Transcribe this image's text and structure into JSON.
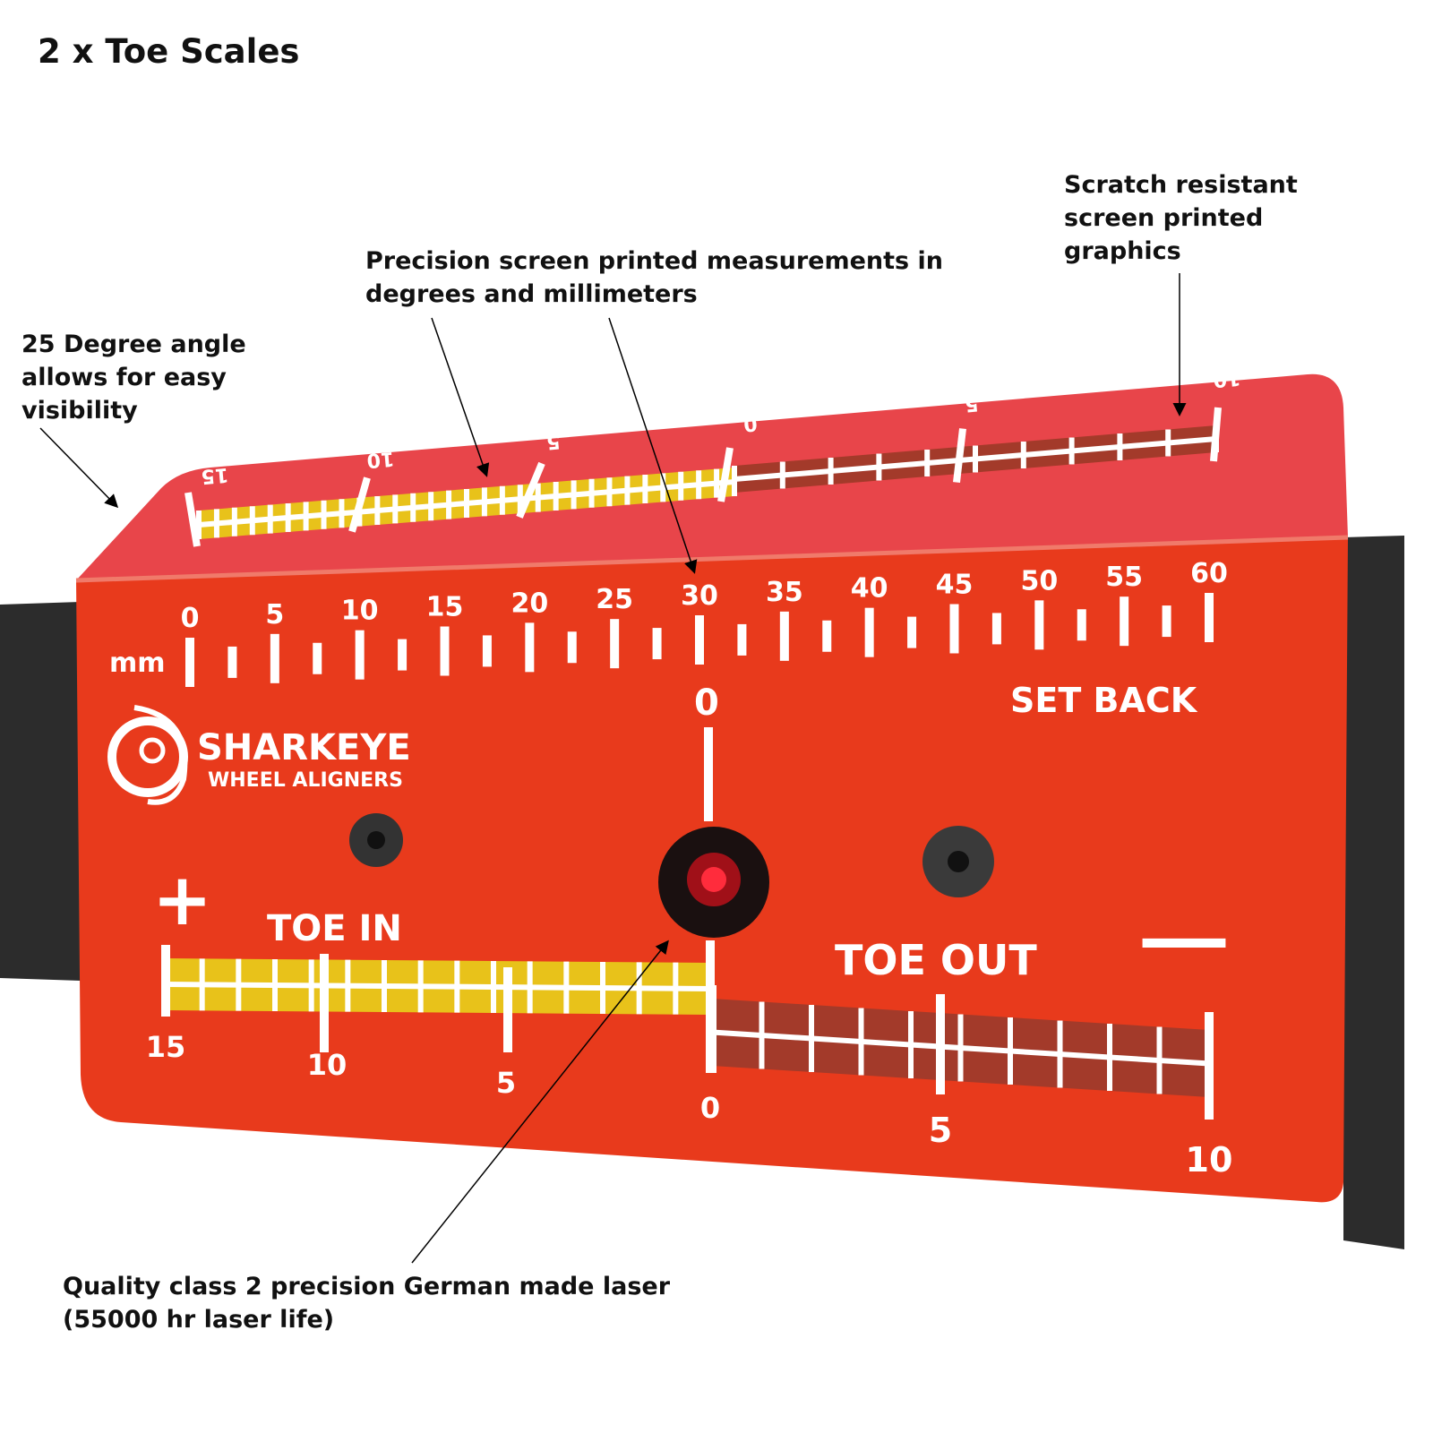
{
  "title": "2 x Toe Scales",
  "callouts": {
    "angle": "25 Degree angle\nallows for easy\nvisibility",
    "precision": "Precision screen printed measurements in\ndegrees and millimeters",
    "scratch": "Scratch resistant\nscreen printed\ngraphics",
    "laser": "Quality class 2 precision German made laser\n(55000 hr laser life)"
  },
  "device": {
    "brand": "SHARKEYE",
    "brand_sub": "WHEEL ALIGNERS",
    "mm_unit": "mm",
    "mm_labels": [
      "0",
      "5",
      "10",
      "15",
      "20",
      "25",
      "30",
      "35",
      "40",
      "45",
      "50",
      "55",
      "60"
    ],
    "setback_zero": "0",
    "setback_label": "SET BACK",
    "toe_in_label": "TOE IN",
    "toe_out_label": "TOE OUT",
    "plus_sign": "+",
    "minus_sign": "—",
    "toe_in_labels": [
      "15",
      "10",
      "5",
      "0"
    ],
    "toe_out_labels": [
      "5",
      "10"
    ],
    "top_in_labels": [
      "15",
      "10",
      "5",
      "0"
    ],
    "top_out_labels": [
      "5",
      "10"
    ],
    "colors": {
      "plate": "#e8321e",
      "plate_top": "#e9454a",
      "yellow": "#e8c21a",
      "brown": "#a33a2a",
      "strap": "#2a2a2a",
      "laser": "#ff2030"
    }
  }
}
